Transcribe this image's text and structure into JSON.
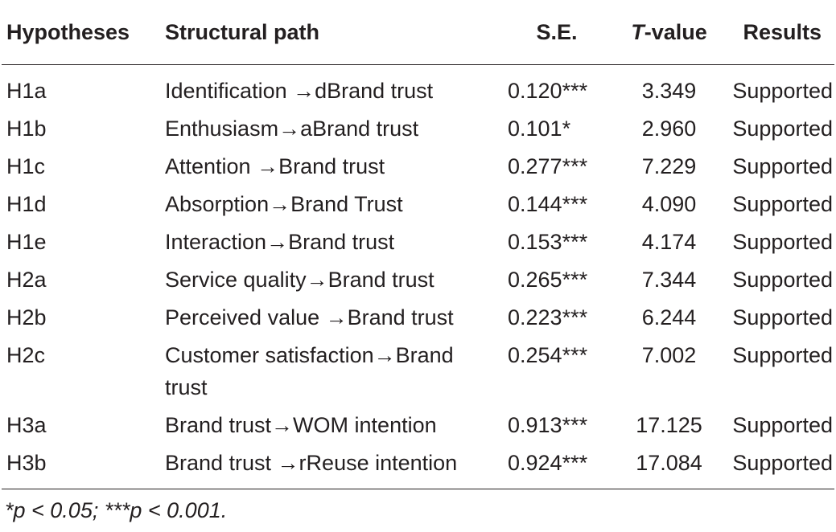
{
  "table": {
    "headers": {
      "hypotheses": "Hypotheses",
      "structural_path": "Structural path",
      "se": "S.E.",
      "t_value_italic": "T",
      "t_value_rest": "-value",
      "results": "Results"
    },
    "rows": [
      {
        "hypothesis": "H1a",
        "path": "Identification →dBrand trust",
        "se": "0.120***",
        "t_value": "3.349",
        "result": "Supported"
      },
      {
        "hypothesis": "H1b",
        "path": "Enthusiasm→aBrand trust",
        "se": "0.101*",
        "t_value": "2.960",
        "result": "Supported"
      },
      {
        "hypothesis": "H1c",
        "path": "Attention →Brand trust",
        "se": "0.277***",
        "t_value": "7.229",
        "result": "Supported"
      },
      {
        "hypothesis": "H1d",
        "path": "Absorption→Brand Trust",
        "se": "0.144***",
        "t_value": "4.090",
        "result": "Supported"
      },
      {
        "hypothesis": "H1e",
        "path": "Interaction→Brand trust",
        "se": "0.153***",
        "t_value": "4.174",
        "result": "Supported"
      },
      {
        "hypothesis": "H2a",
        "path": "Service quality→Brand trust",
        "se": "0.265***",
        "t_value": "7.344",
        "result": "Supported"
      },
      {
        "hypothesis": "H2b",
        "path": "Perceived value →Brand trust",
        "se": "0.223***",
        "t_value": "6.244",
        "result": "Supported"
      },
      {
        "hypothesis": "H2c",
        "path": "Customer satisfaction→Brand trust",
        "se": "0.254***",
        "t_value": "7.002",
        "result": "Supported"
      },
      {
        "hypothesis": "H3a",
        "path": "Brand trust→WOM intention",
        "se": "0.913***",
        "t_value": "17.125",
        "result": "Supported"
      },
      {
        "hypothesis": "H3b",
        "path": "Brand trust →rReuse intention",
        "se": "0.924***",
        "t_value": "17.084",
        "result": "Supported"
      }
    ]
  },
  "footnote": "*p < 0.05; ***p < 0.001."
}
